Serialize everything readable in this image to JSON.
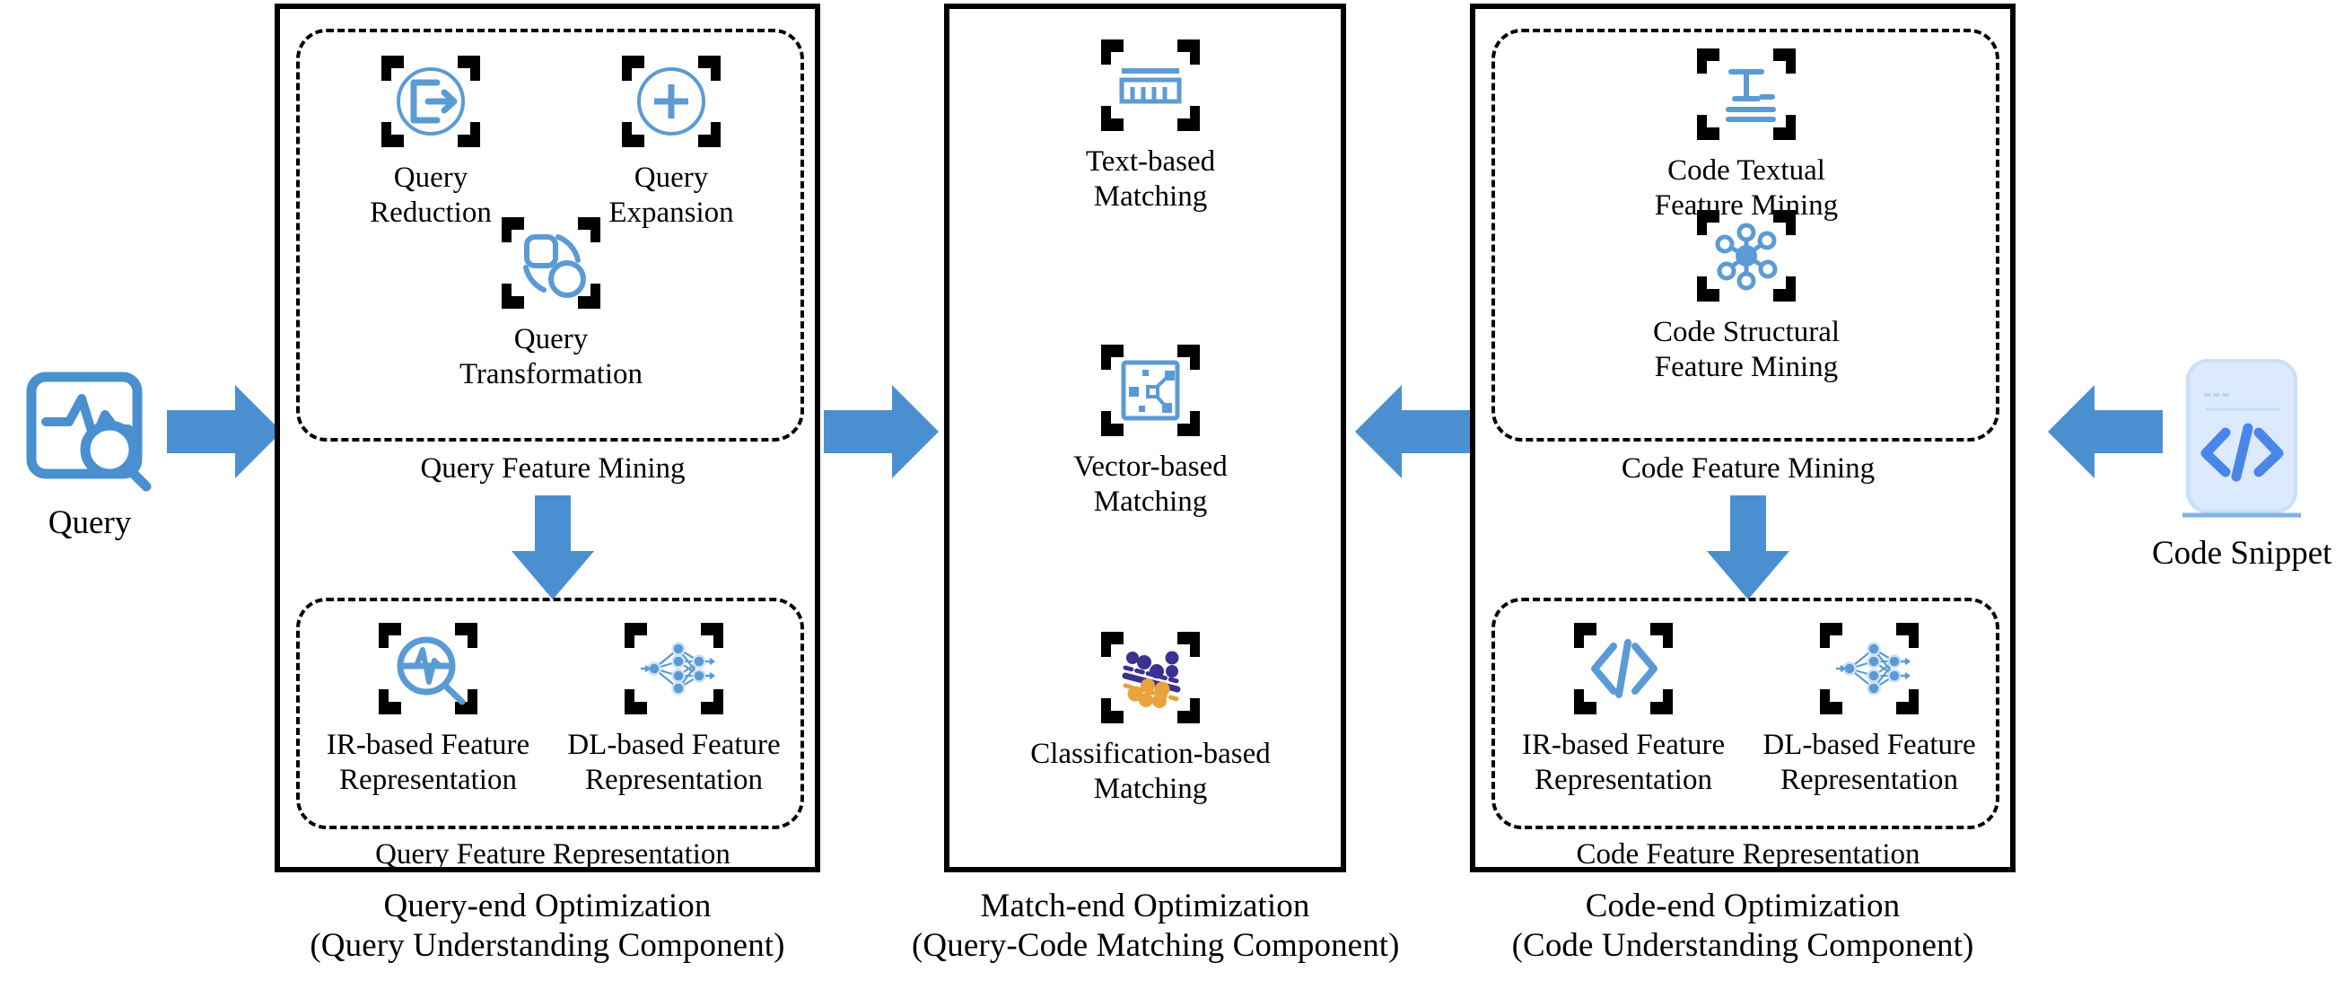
{
  "colors": {
    "accent_blue": "#4a90d0",
    "icon_blue": "#5b9bd5",
    "bracket_black": "#000000",
    "classify_purple": "#3b3191",
    "classify_orange": "#e8a33d",
    "snippet_fill": "#dbeafc",
    "snippet_glyph": "#4a86e8"
  },
  "endpoints": {
    "query": {
      "label": "Query",
      "icon": "query-monitor-search-icon"
    },
    "code_snippet": {
      "label": "Code Snippet",
      "icon": "code-snippet-card-icon"
    }
  },
  "arrows": {
    "query_to_panel1": "arrow-right",
    "panel1_to_panel2": "arrow-right",
    "panel3_to_panel2": "arrow-left",
    "snippet_to_panel3": "arrow-left",
    "panel1_internal": "arrow-down",
    "panel3_internal": "arrow-down"
  },
  "panels": [
    {
      "id": "query-end",
      "caption_line1": "Query-end Optimization",
      "caption_line2": "(Query Understanding Component)",
      "groups": [
        {
          "id": "query-feature-mining",
          "label": "Query Feature Mining",
          "items": [
            {
              "id": "query-reduction",
              "caption": "Query\nReduction",
              "icon": "logout-arrow-icon"
            },
            {
              "id": "query-expansion",
              "caption": "Query\nExpansion",
              "icon": "plus-circle-icon"
            },
            {
              "id": "query-transformation",
              "caption": "Query\nTransformation",
              "icon": "transform-rotate-icon"
            }
          ]
        },
        {
          "id": "query-feature-representation",
          "label": "Query Feature Representation",
          "items": [
            {
              "id": "query-ir-based",
              "caption": "IR-based Feature\nRepresentation",
              "icon": "pulse-magnifier-icon"
            },
            {
              "id": "query-dl-based",
              "caption": "DL-based Feature\nRepresentation",
              "icon": "neural-network-icon"
            }
          ]
        }
      ]
    },
    {
      "id": "match-end",
      "caption_line1": "Match-end Optimization",
      "caption_line2": "(Query-Code Matching Component)",
      "items": [
        {
          "id": "text-based-matching",
          "caption": "Text-based\nMatching",
          "icon": "ruler-text-lines-icon"
        },
        {
          "id": "vector-based-matching",
          "caption": "Vector-based\nMatching",
          "icon": "vector-graph-icon"
        },
        {
          "id": "classification-based-matching",
          "caption": "Classification-based\nMatching",
          "icon": "scatter-classifier-icon"
        }
      ]
    },
    {
      "id": "code-end",
      "caption_line1": "Code-end Optimization",
      "caption_line2": "(Code Understanding Component)",
      "groups": [
        {
          "id": "code-feature-mining",
          "label": "Code Feature Mining",
          "items": [
            {
              "id": "code-textual-feature-mining",
              "caption": "Code Textual\nFeature Mining",
              "icon": "text-format-lines-icon"
            },
            {
              "id": "code-structural-feature-mining",
              "caption": "Code Structural\nFeature Mining",
              "icon": "node-graph-hub-icon"
            }
          ]
        },
        {
          "id": "code-feature-representation",
          "label": "Code Feature Representation",
          "items": [
            {
              "id": "code-ir-based",
              "caption": "IR-based Feature\nRepresentation",
              "icon": "code-brackets-icon"
            },
            {
              "id": "code-dl-based",
              "caption": "DL-based Feature\nRepresentation",
              "icon": "neural-network-icon"
            }
          ]
        }
      ]
    }
  ]
}
